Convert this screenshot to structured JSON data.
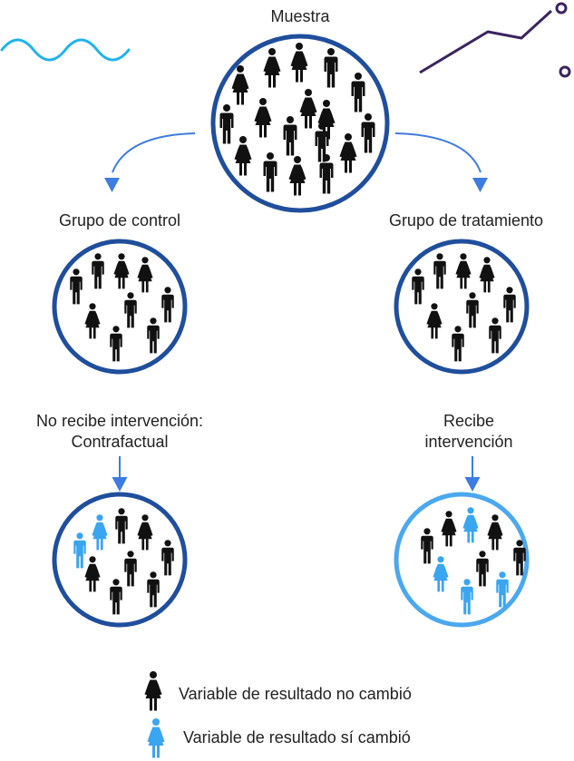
{
  "labels": {
    "sample": "Muestra",
    "control_group": "Grupo de control",
    "treatment_group": "Grupo de tratamiento",
    "control_note_line1": "No recibe intervención:",
    "control_note_line2": "Contrafactual",
    "treatment_note_line1": "Recibe",
    "treatment_note_line2": "intervención"
  },
  "legend": [
    {
      "label": "Variable de resultado no cambió",
      "icon": "person-icon",
      "color": "#111111"
    },
    {
      "label": "Variable de resultado sí cambió",
      "icon": "person-icon",
      "color": "#3aa5f0"
    }
  ],
  "colors": {
    "unchanged": "#111111",
    "changed": "#3aa5f0",
    "circle_border": "#1f4e9c",
    "circle_border_light": "#4aa8ee",
    "arrow": "#3d7ce0",
    "wave": "#1fb3ec",
    "line_decor": "#3c2460"
  }
}
